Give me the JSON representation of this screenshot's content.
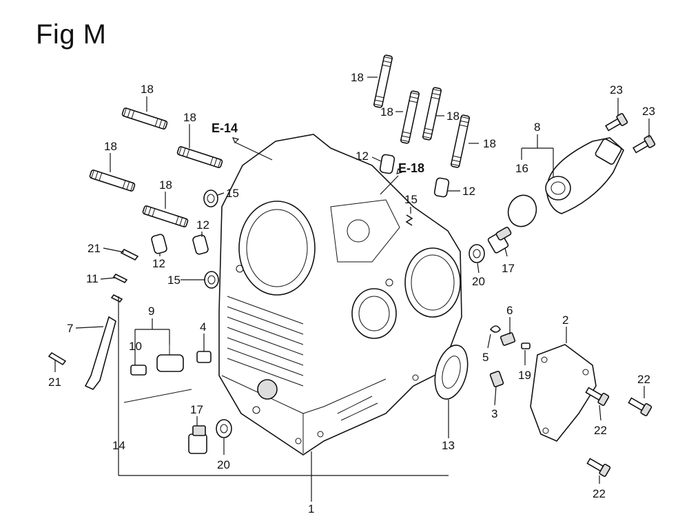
{
  "figure": {
    "title": "Fig M"
  },
  "references": [
    {
      "id": "ref-e14",
      "label": "E-14"
    },
    {
      "id": "ref-e18",
      "label": "E-18"
    }
  ],
  "callouts": [
    {
      "label": "18"
    },
    {
      "label": "18"
    },
    {
      "label": "18"
    },
    {
      "label": "18"
    },
    {
      "label": "18"
    },
    {
      "label": "18"
    },
    {
      "label": "18"
    },
    {
      "label": "18"
    },
    {
      "label": "23"
    },
    {
      "label": "23"
    },
    {
      "label": "8"
    },
    {
      "label": "16"
    },
    {
      "label": "12"
    },
    {
      "label": "12"
    },
    {
      "label": "12"
    },
    {
      "label": "12"
    },
    {
      "label": "15"
    },
    {
      "label": "15"
    },
    {
      "label": "15"
    },
    {
      "label": "21"
    },
    {
      "label": "11"
    },
    {
      "label": "7"
    },
    {
      "label": "21"
    },
    {
      "label": "9"
    },
    {
      "label": "10"
    },
    {
      "label": "4"
    },
    {
      "label": "17"
    },
    {
      "label": "20"
    },
    {
      "label": "20"
    },
    {
      "label": "17"
    },
    {
      "label": "6"
    },
    {
      "label": "5"
    },
    {
      "label": "3"
    },
    {
      "label": "19"
    },
    {
      "label": "2"
    },
    {
      "label": "22"
    },
    {
      "label": "22"
    },
    {
      "label": "22"
    },
    {
      "label": "13"
    },
    {
      "label": "14"
    },
    {
      "label": "1"
    }
  ]
}
